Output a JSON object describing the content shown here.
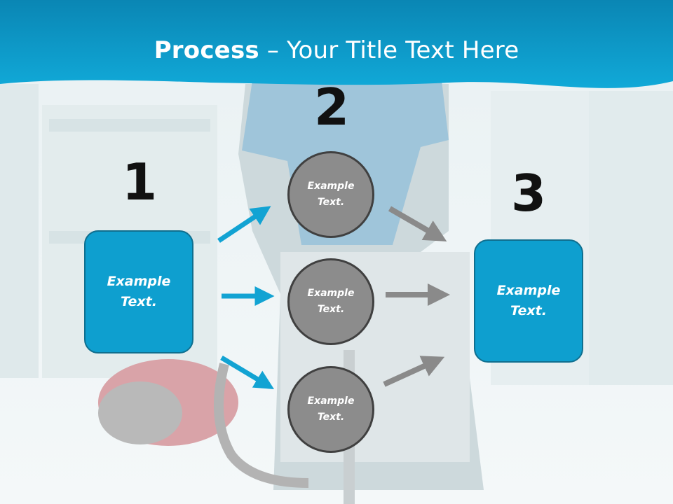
{
  "slide": {
    "title_bold": "Process",
    "title_rest": " – Your Title Text Here"
  },
  "diagram": {
    "step_numbers": [
      "1",
      "2",
      "3"
    ],
    "box_left": {
      "line1": "Example",
      "line2": "Text."
    },
    "circles": [
      {
        "line1": "Example",
        "line2": "Text."
      },
      {
        "line1": "Example",
        "line2": "Text."
      },
      {
        "line1": "Example",
        "line2": "Text."
      }
    ],
    "box_right": {
      "line1": "Example",
      "line2": "Text."
    }
  },
  "colors": {
    "header": "#0b9ccc",
    "box_fill": "#0e9fcf",
    "circle_fill": "#8c8c8c",
    "arrow_blue": "#12a3d3",
    "arrow_gray": "#8a8a8a"
  }
}
